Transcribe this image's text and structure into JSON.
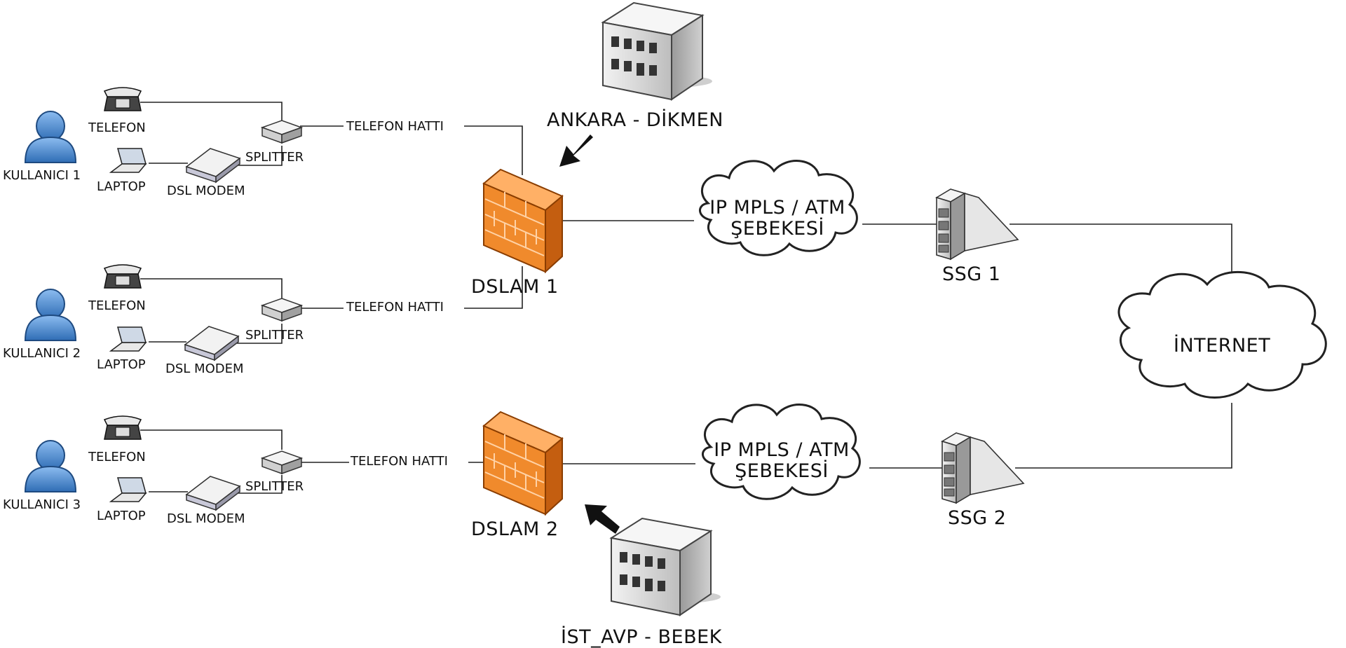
{
  "users": [
    {
      "name": "KULLANICI 1",
      "phone": "TELEFON",
      "laptop": "LAPTOP",
      "modem": "DSL MODEM",
      "splitter": "SPLITTER",
      "line": "TELEFON HATTI"
    },
    {
      "name": "KULLANICI 2",
      "phone": "TELEFON",
      "laptop": "LAPTOP",
      "modem": "DSL MODEM",
      "splitter": "SPLITTER",
      "line": "TELEFON HATTI"
    },
    {
      "name": "KULLANICI 3",
      "phone": "TELEFON",
      "laptop": "LAPTOP",
      "modem": "DSL MODEM",
      "splitter": "SPLITTER",
      "line": "TELEFON HATTI"
    }
  ],
  "dslams": [
    {
      "label": "DSLAM 1",
      "site": "ANKARA - DİKMEN"
    },
    {
      "label": "DSLAM 2",
      "site": "İST_AVP - BEBEK"
    }
  ],
  "networks": [
    {
      "line1": "IP MPLS / ATM",
      "line2": "ŞEBEKESİ"
    },
    {
      "line1": "IP MPLS / ATM",
      "line2": "ŞEBEKESİ"
    }
  ],
  "gateways": [
    "SSG 1",
    "SSG 2"
  ],
  "internet": "İNTERNET",
  "colors": {
    "user": "#4a86c8",
    "user_dark": "#2b5f9c",
    "dslam": "#f08a2c",
    "dslam_dark": "#c45e10",
    "line": "#222222",
    "building": "#d8d8d8"
  }
}
